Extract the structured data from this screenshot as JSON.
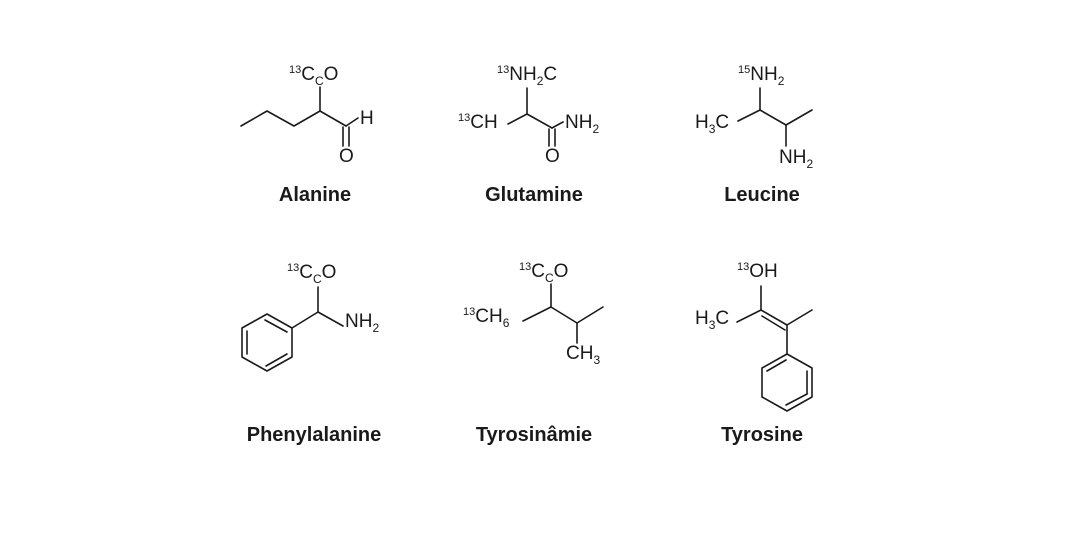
{
  "figure": {
    "molecules": [
      {
        "name": "Alanine",
        "labels": {
          "top_iso": "13",
          "top_a": "C",
          "top_sub": "C",
          "top_b": "O",
          "right": "H",
          "bottom": "O"
        }
      },
      {
        "name": "Glutamine",
        "labels": {
          "top_iso": "13",
          "top_a": "NH",
          "top_sub": "2",
          "top_b": "C",
          "left_iso": "13",
          "left": "CH",
          "right_a": "NH",
          "right_sub": "2",
          "bottom": "O"
        }
      },
      {
        "name": "Leucine",
        "labels": {
          "top_iso": "15",
          "top_a": "NH",
          "top_sub": "2",
          "left_a": "H",
          "left_sub": "3",
          "left_b": "C",
          "bottom_a": "NH",
          "bottom_sub": "2"
        }
      },
      {
        "name": "Phenylalanine",
        "labels": {
          "top_iso": "13",
          "top_a": "C",
          "top_sub": "C",
          "top_b": "O",
          "right_a": "NH",
          "right_sub": "2"
        }
      },
      {
        "name": "Tyrosinâmie",
        "labels": {
          "top_iso": "13",
          "top_a": "C",
          "top_sub": "C",
          "top_b": "O",
          "left_iso": "13",
          "left_a": "CH",
          "left_sub": "6",
          "bottom_a": "CH",
          "bottom_sub": "3"
        }
      },
      {
        "name": "Tyrosine",
        "labels": {
          "top_iso": "13",
          "top_a": "OH",
          "left_a": "H",
          "left_sub": "3",
          "left_b": "C"
        }
      }
    ]
  }
}
